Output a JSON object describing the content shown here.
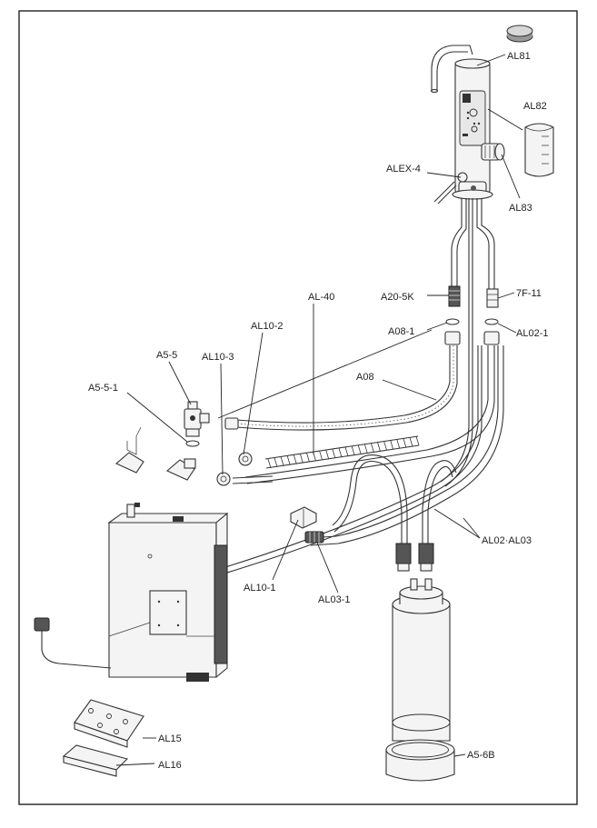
{
  "labels": {
    "al81": "AL81",
    "al82": "AL82",
    "al83": "AL83",
    "alex4": "ALEX-4",
    "a205k": "A20-5K",
    "f711": "7F-11",
    "al40": "AL-40",
    "al102": "AL10-2",
    "al103": "AL10-3",
    "a081": "A08-1",
    "al021": "AL02-1",
    "a55": "A5-5",
    "a551": "A5-5-1",
    "a08": "A08",
    "al101": "AL10-1",
    "al031": "AL03-1",
    "al02al03": "AL02·AL03",
    "al15": "AL15",
    "al16": "AL16",
    "a56b": "A5-6B"
  },
  "colors": {
    "line": "#333333",
    "fill_light": "#f4f4f4",
    "fill_dark": "#555555",
    "frame": "#222222"
  }
}
